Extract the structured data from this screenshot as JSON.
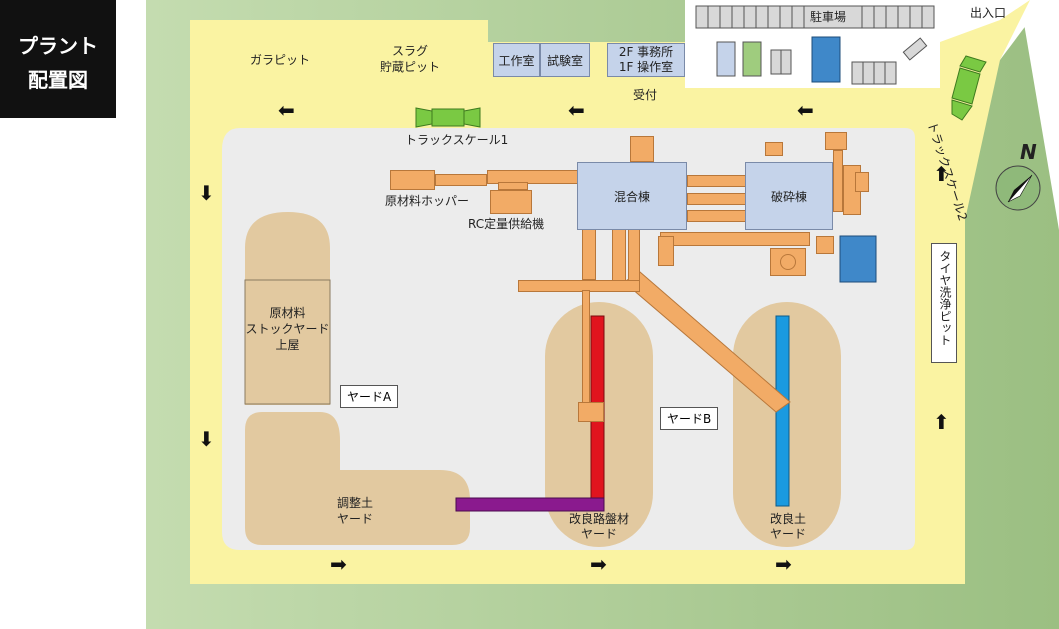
{
  "title_line1": "プラント",
  "title_line2": "配置図",
  "labels": {
    "gara_pit": "ガラピット",
    "slag_line1": "スラグ",
    "slag_line2": "貯蔵ピット",
    "parking": "駐車場",
    "entrance": "出入口",
    "workshop": "工作室",
    "testroom": "試験室",
    "office_line1": "2F 事務所",
    "office_line2": "1F 操作室",
    "reception": "受付",
    "truck_scale_1": "トラックスケール1",
    "truck_scale_2": "トラックスケール2",
    "raw_hopper": "原材料ホッパー",
    "rc_feeder": "RC定量供給機",
    "mixing": "混合棟",
    "crushing": "破砕棟",
    "stock_line1": "原材料",
    "stock_line2": "ストックヤード",
    "stock_line3": "上屋",
    "yard_a": "ヤードA",
    "yard_b": "ヤードB",
    "adjust_line1": "調整土",
    "adjust_line2": "ヤード",
    "road_line1": "改良路盤材",
    "road_line2": "ヤード",
    "soil_line1": "改良土",
    "soil_line2": "ヤード",
    "tire_wash": "タイヤ洗浄ピット",
    "north": "N"
  },
  "colors": {
    "outer_green": "#a9c891",
    "road_yellow": "#faf3a2",
    "inner_gray": "#ececec",
    "yard_tan": "#e2c9a0",
    "pipe_orange": "#f2ab66",
    "building_blue": "#c5d3ea",
    "red_conveyor": "#e0141e",
    "blue_conveyor": "#1a9ae0",
    "purple_conveyor": "#8a1a8e"
  }
}
